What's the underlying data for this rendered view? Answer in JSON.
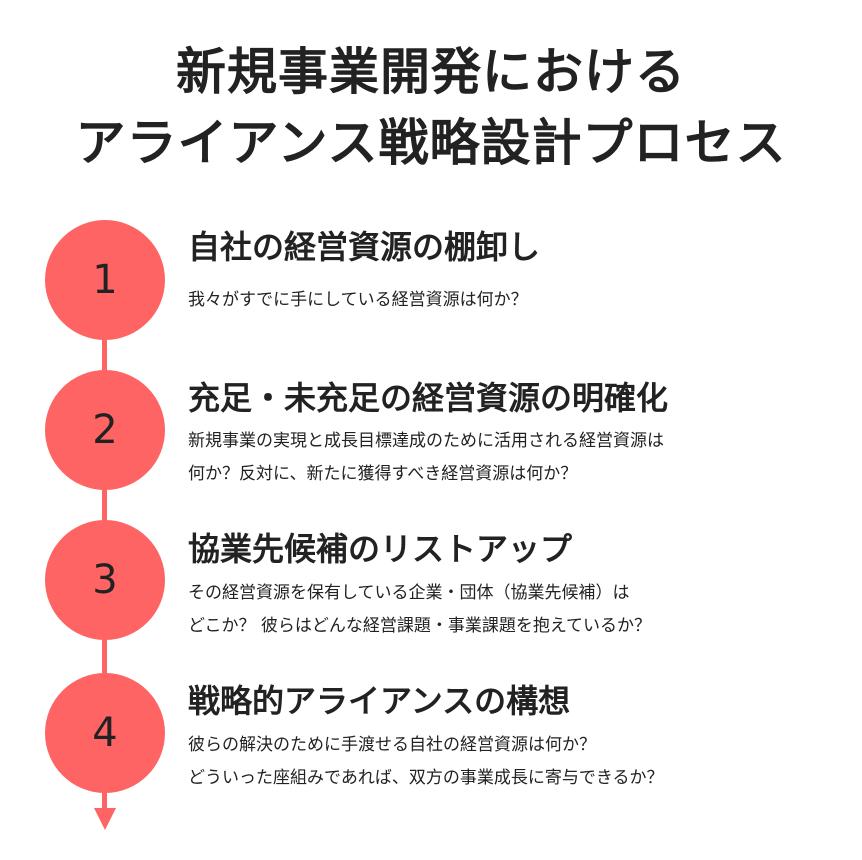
{
  "title": {
    "line1": "新規事業開発における",
    "line2": "アライアンス戦略設計プロセス"
  },
  "accent_color": "#ff6464",
  "steps": [
    {
      "number": "1",
      "title": "自社の経営資源の棚卸し",
      "desc": [
        "我々がすでに手にしている経営資源は何か？"
      ]
    },
    {
      "number": "2",
      "title": "充足・未充足の経営資源の明確化",
      "desc": [
        "新規事業の実現と成長目標達成のために活用される経営資源は",
        "何か？反対に、新たに獲得すべき経営資源は何か？"
      ]
    },
    {
      "number": "3",
      "title": "協業先候補のリストアップ",
      "desc": [
        "その経営資源を保有している企業・団体（協業先候補）は",
        "どこか？ 彼らはどんな経営課題・事業課題を抱えているか？"
      ]
    },
    {
      "number": "4",
      "title": "戦略的アライアンスの構想",
      "desc": [
        "彼らの解決のために手渡せる自社の経営資源は何か？",
        "どういった座組みであれば、双方の事業成長に寄与できるか？"
      ]
    }
  ]
}
